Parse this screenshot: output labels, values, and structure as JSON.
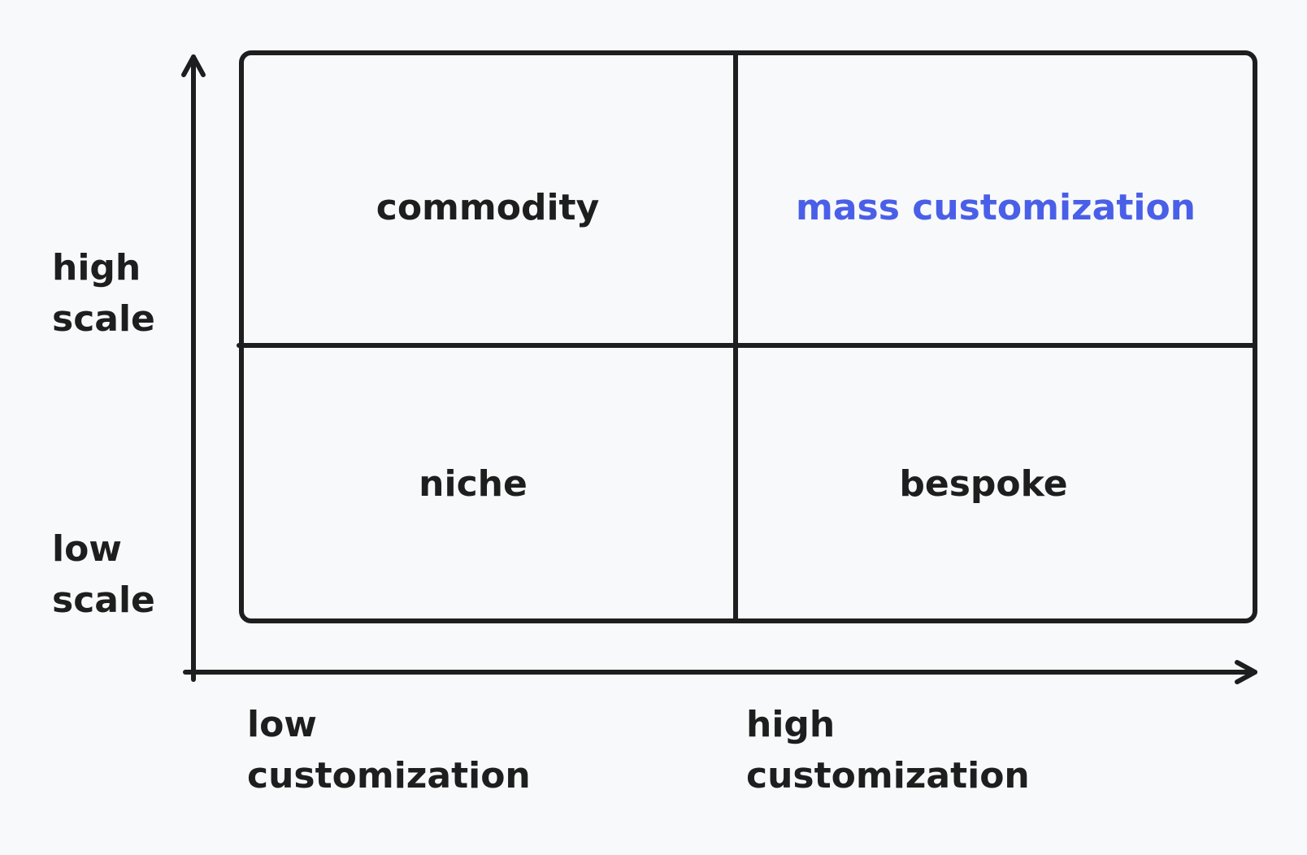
{
  "quadrants": {
    "top_left": "commodity",
    "top_right": "mass customization",
    "bottom_left": "niche",
    "bottom_right": "bespoke"
  },
  "y_axis": {
    "high": [
      "high",
      "scale"
    ],
    "low": [
      "low",
      "scale"
    ]
  },
  "x_axis": {
    "low": [
      "low",
      "customization"
    ],
    "high": [
      "high",
      "customization"
    ]
  },
  "colors": {
    "ink": "#1e1e1e",
    "accent": "#4a5fe8",
    "background": "#f8f9fa"
  }
}
